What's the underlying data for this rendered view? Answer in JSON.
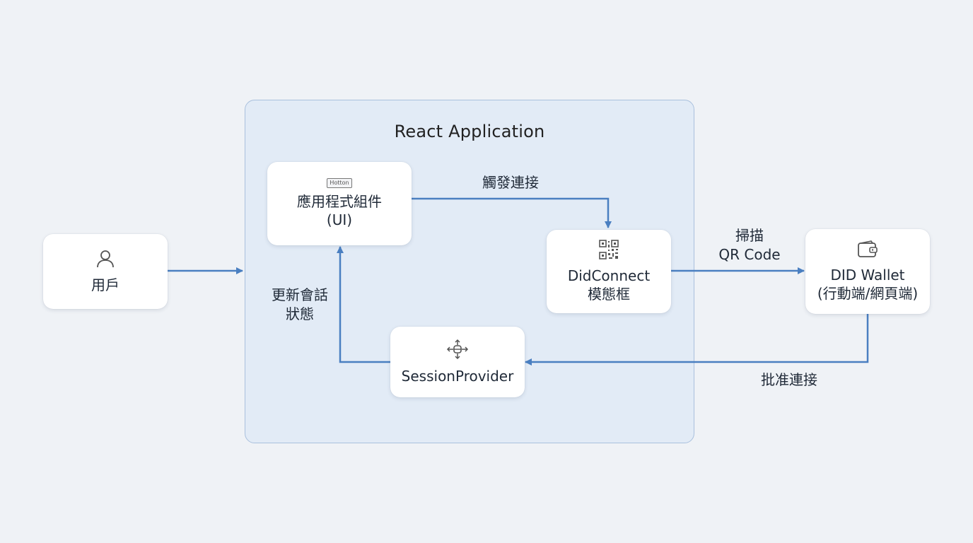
{
  "container": {
    "title": "React Application"
  },
  "nodes": {
    "user": {
      "label": "用戶",
      "icon": "user-icon"
    },
    "app_component": {
      "chip": "Hotton",
      "line1": "應用程式組件",
      "line2": "(UI)",
      "icon": "button-icon"
    },
    "didconnect": {
      "line1": "DidConnect",
      "line2": "模態框",
      "icon": "qr-code-icon"
    },
    "wallet": {
      "line1": "DID Wallet",
      "line2": "(行動端/網頁端)",
      "icon": "wallet-icon"
    },
    "session": {
      "label": "SessionProvider",
      "icon": "move-icon"
    }
  },
  "edges": {
    "trigger": "觸發連接",
    "scan_line1": "掃描",
    "scan_line2": "QR Code",
    "update_line1": "更新會話",
    "update_line2": "狀態",
    "approve": "批准連接"
  },
  "colors": {
    "arrow": "#4a7fc1",
    "container_fill": "#e2ebf6",
    "container_border": "#a9c0dd"
  }
}
